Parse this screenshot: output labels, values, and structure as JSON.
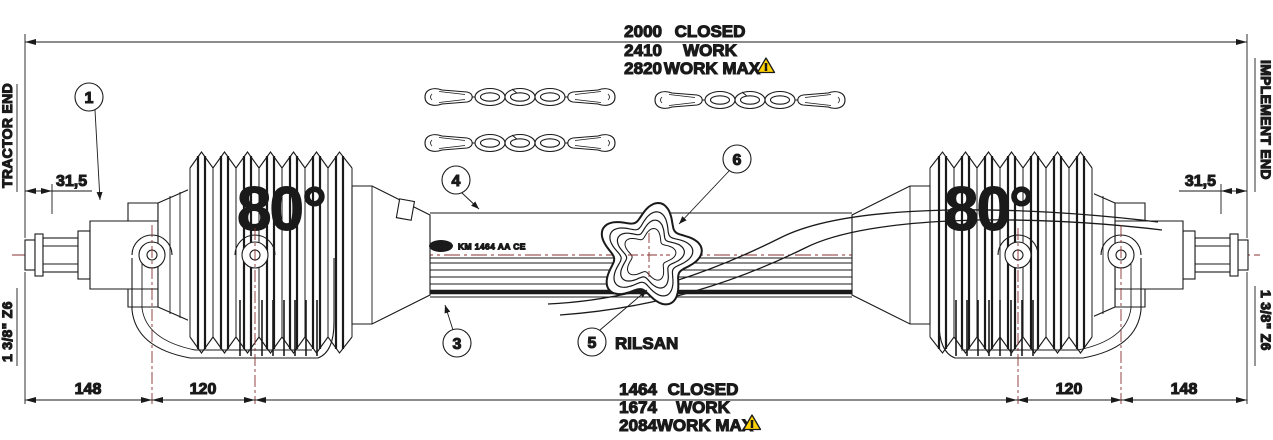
{
  "title": "PTO drive shaft drawing",
  "ends": {
    "tractor": {
      "label": "TRACTOR END",
      "spline": "1 3/8\" Z6"
    },
    "implement": {
      "label": "IMPLEMENT END",
      "spline": "1 3/8\" Z6"
    }
  },
  "dim_top": {
    "rows": [
      {
        "value": "2000",
        "label": "CLOSED"
      },
      {
        "value": "2410",
        "label": "WORK"
      },
      {
        "value": "2820",
        "label": "WORK MAX"
      }
    ]
  },
  "dim_bottom": {
    "rows": [
      {
        "value": "1464",
        "label": "CLOSED"
      },
      {
        "value": "1674",
        "label": "WORK"
      },
      {
        "value": "2084",
        "label": "WORK MAX"
      }
    ]
  },
  "dims": {
    "left_offset": "31,5",
    "right_offset": "31,5",
    "bottom_left": [
      "148",
      "120"
    ],
    "bottom_right": [
      "120",
      "148"
    ]
  },
  "angles": {
    "left": "80°",
    "right": "80°"
  },
  "callouts": {
    "c1": "1",
    "c3": "3",
    "c4": "4",
    "c5": "5",
    "c6": "6",
    "c5_label": "RILSAN"
  },
  "marking": "KM 1464 AA CE",
  "warning": {
    "symbol": "!"
  },
  "colors": {
    "ink": "#1a1a1a",
    "centerline": "#8a3030",
    "warning_fill": "#ffd200"
  }
}
